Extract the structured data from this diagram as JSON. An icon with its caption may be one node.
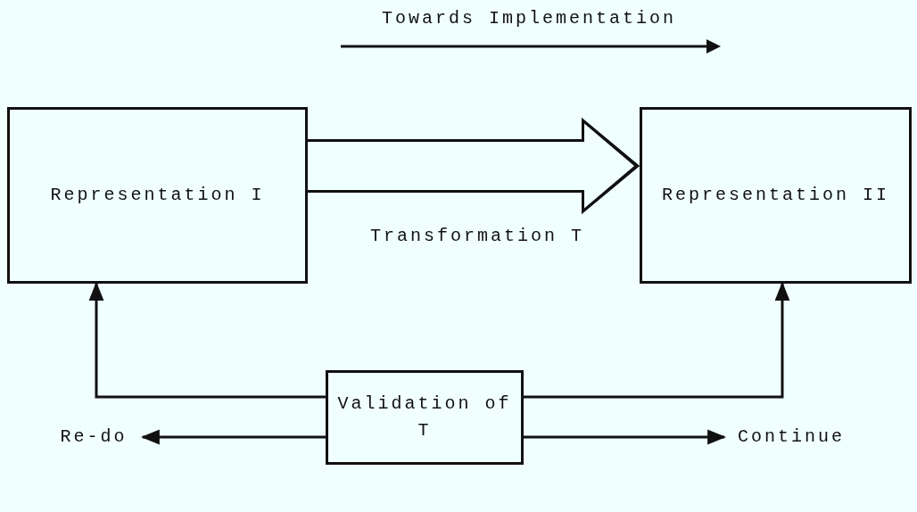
{
  "diagram": {
    "nodes": [
      {
        "text": [
          "Representation I"
        ]
      },
      {
        "text": [
          "Representation II"
        ]
      },
      {
        "text": [
          "Validation of T"
        ]
      },
      {
        "text": [
          "Re-do"
        ]
      },
      {
        "text": [
          "Continue"
        ]
      }
    ],
    "edges": [
      {
        "from": 0,
        "to": 1,
        "arrow": "to",
        "style": "thick",
        "label": "Transformation T"
      },
      {
        "from": 2,
        "to": 0,
        "arrow": "to"
      },
      {
        "from": 2,
        "to": 1,
        "arrow": "to"
      },
      {
        "from": 2,
        "to": 3,
        "arrow": "to"
      },
      {
        "from": 2,
        "to": 4,
        "arrow": "to"
      }
    ],
    "labels": [
      "Towards Implementation"
    ]
  }
}
